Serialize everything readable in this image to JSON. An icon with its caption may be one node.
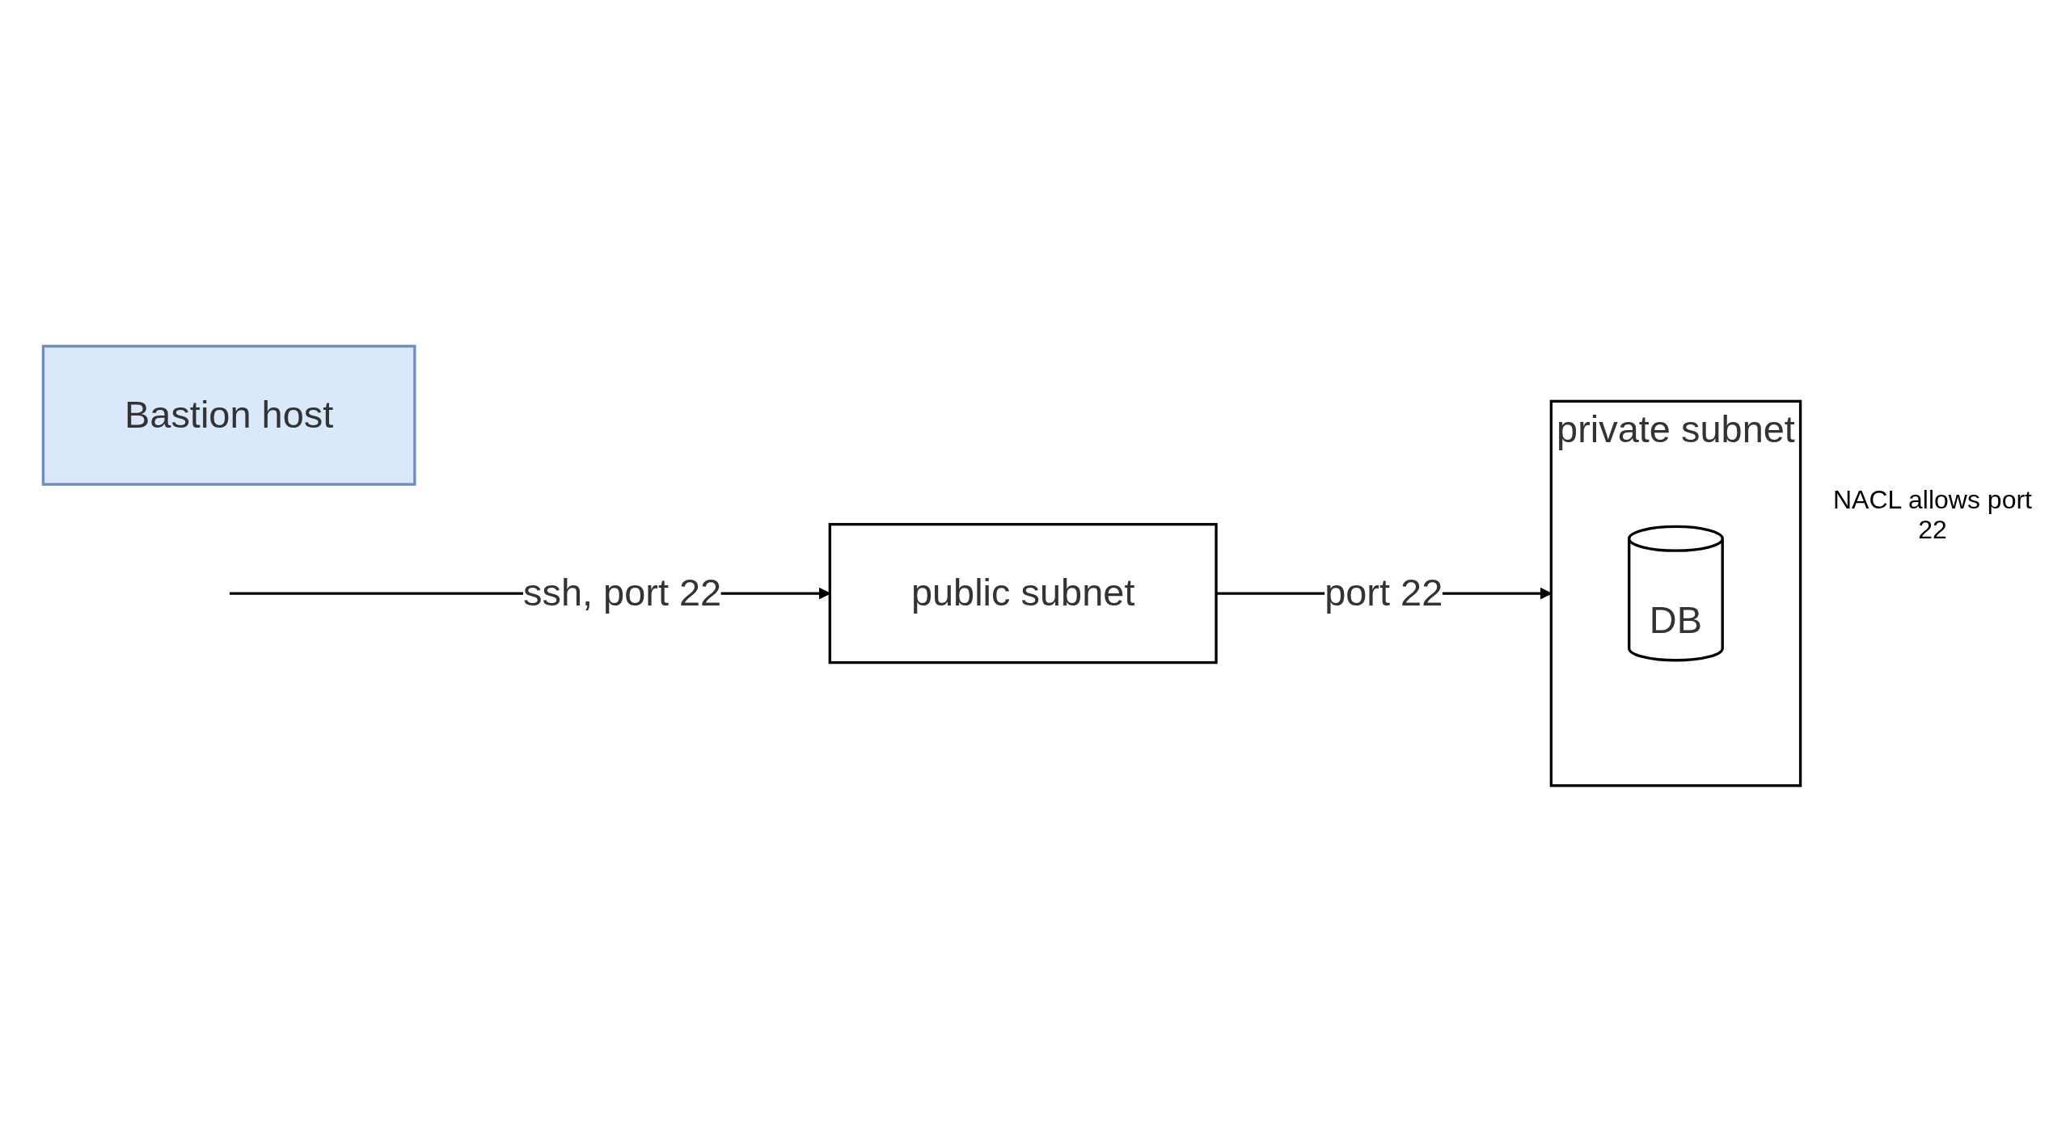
{
  "diagram": {
    "nodes": [
      {
        "text": [
          "Bastion host"
        ]
      },
      {
        "text": [
          "public subnet"
        ]
      },
      {
        "text": [
          "private subnet"
        ]
      },
      {
        "text": [
          "DB"
        ],
        "in": 2
      }
    ],
    "edges": [
      {
        "from": null,
        "to": 1,
        "arrow": "to",
        "label": "ssh, port 22"
      },
      {
        "from": 1,
        "to": 2,
        "arrow": "to",
        "label": "port 22"
      }
    ],
    "labels": [
      "NACL allows port 22"
    ]
  }
}
